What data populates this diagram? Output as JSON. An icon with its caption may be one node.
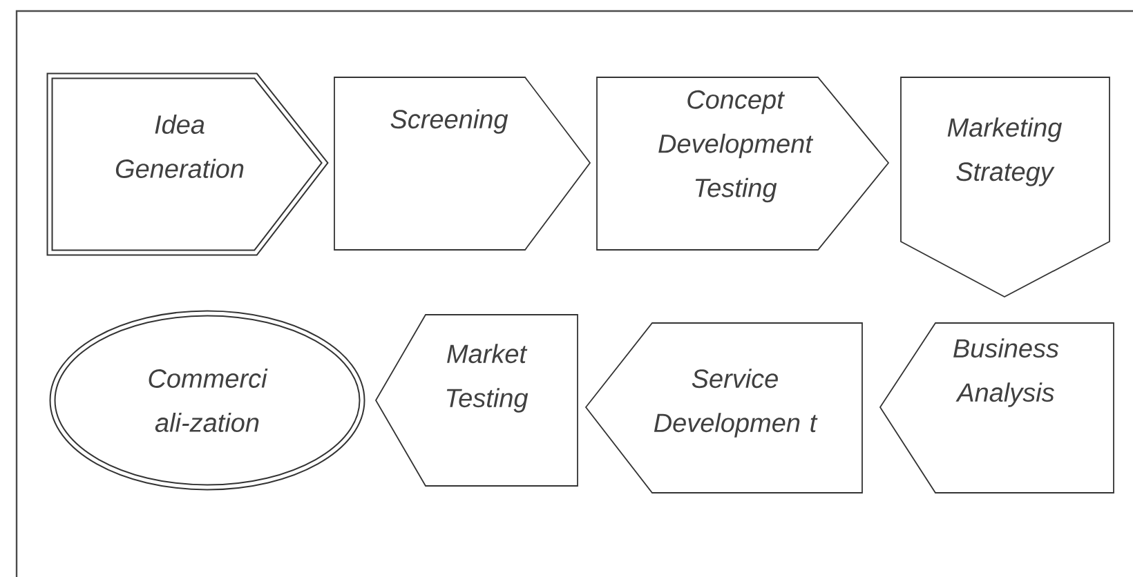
{
  "diagram": {
    "nodes": [
      {
        "text": [
          "Idea Generation"
        ]
      },
      {
        "text": [
          "Screening"
        ]
      },
      {
        "text": [
          "Concept Development Testing"
        ]
      },
      {
        "text": [
          "Marketing Strategy"
        ]
      },
      {
        "text": [
          "Commerci ali-zation"
        ]
      },
      {
        "text": [
          "Market Testing"
        ]
      },
      {
        "text": [
          "Service Developmen t"
        ]
      },
      {
        "text": [
          "Business Analysis"
        ]
      }
    ]
  }
}
